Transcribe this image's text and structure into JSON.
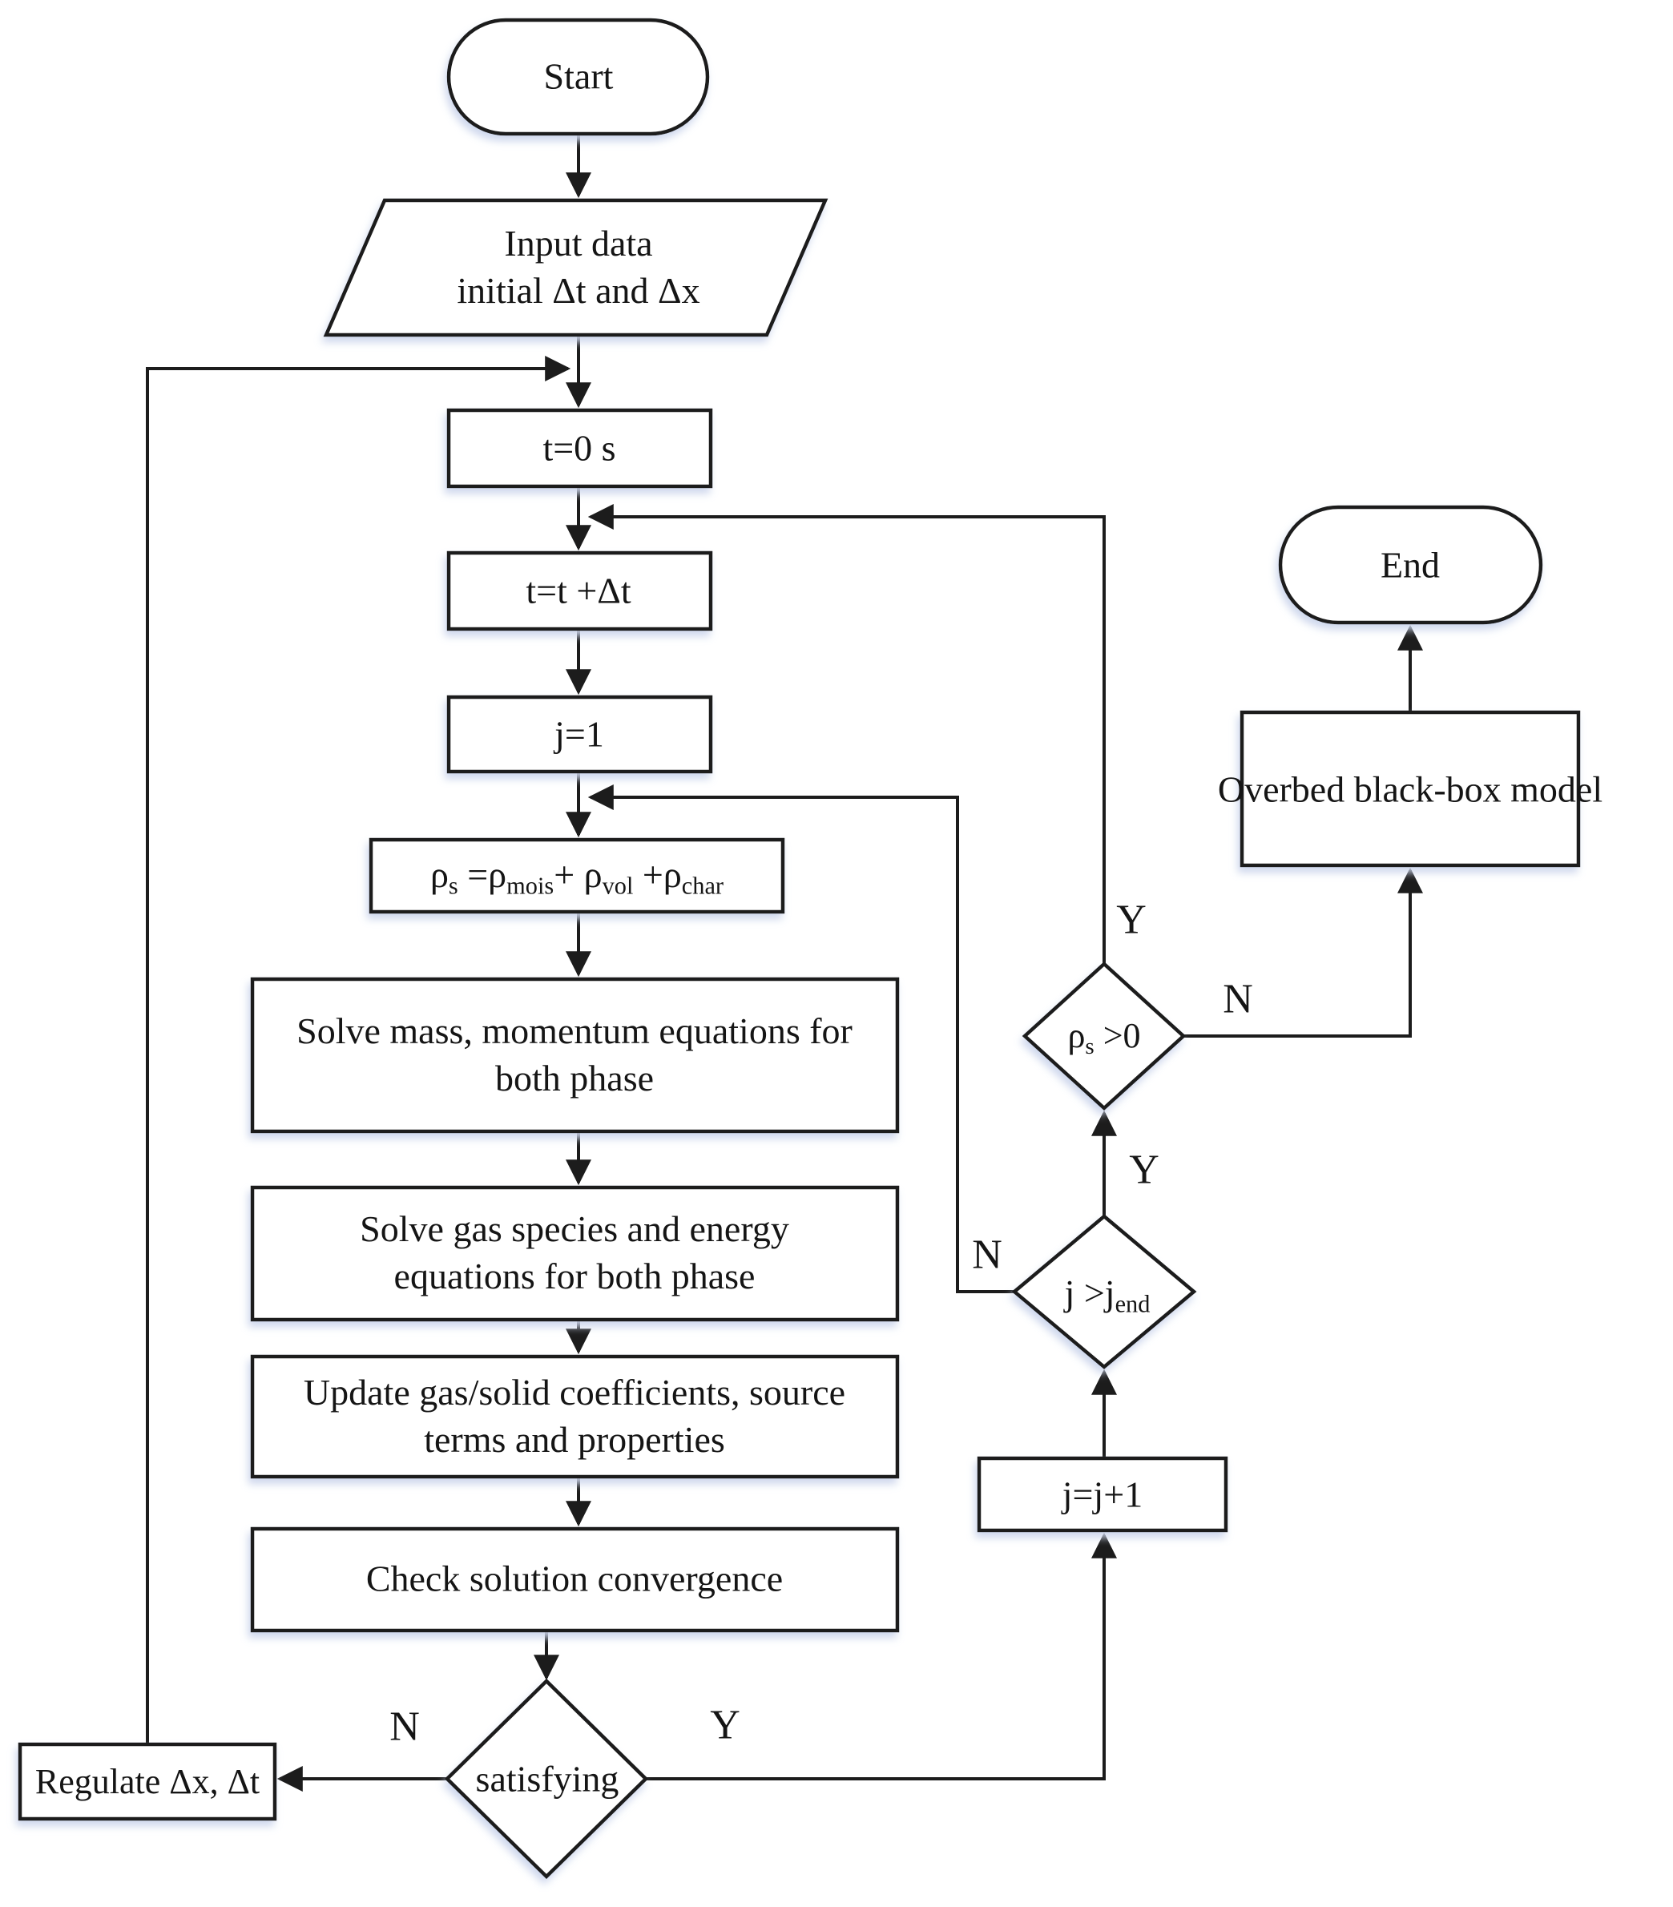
{
  "nodes": {
    "start": {
      "label": "Start"
    },
    "input_data": {
      "line1": "Input data",
      "line2": "initial Δt and Δx"
    },
    "t_zero": {
      "label": "t=0 s"
    },
    "t_step": {
      "label": "t=t +Δt"
    },
    "j_init": {
      "label": "j=1"
    },
    "density_sum": {
      "p1": "ρ",
      "s1": "s",
      "p2": " =ρ",
      "s2": "mois",
      "p3": "+ ρ",
      "s3": "vol",
      "p4": " +ρ",
      "s4": "char"
    },
    "solve_mass": {
      "line1": "Solve mass, momentum equations for",
      "line2": "both phase"
    },
    "solve_gas": {
      "line1": "Solve gas species and energy",
      "line2": "equations for both phase"
    },
    "update_coeff": {
      "line1": "Update gas/solid coefficients, source",
      "line2": "terms and properties"
    },
    "check_conv": {
      "label": "Check solution convergence"
    },
    "satisfying": {
      "label": "satisfying"
    },
    "regulate": {
      "label": "Regulate Δx, Δt"
    },
    "j_increment": {
      "label": "j=j+1"
    },
    "j_end_check": {
      "p1": "j >j",
      "s1": "end"
    },
    "density_check": {
      "p1": "ρ",
      "s1": "s",
      "p2": " >0"
    },
    "overbed": {
      "label": "Overbed black-box model"
    },
    "end": {
      "label": "End"
    }
  },
  "edge_labels": {
    "satisfying_no": "N",
    "satisfying_yes": "Y",
    "j_end_no": "N",
    "j_end_yes": "Y",
    "density_yes": "Y",
    "density_no": "N",
    "density_yes_upper": "Y"
  },
  "colors": {
    "line": "#1c1c1c",
    "shadow": "#ccd6ec",
    "background": "#ffffff"
  }
}
